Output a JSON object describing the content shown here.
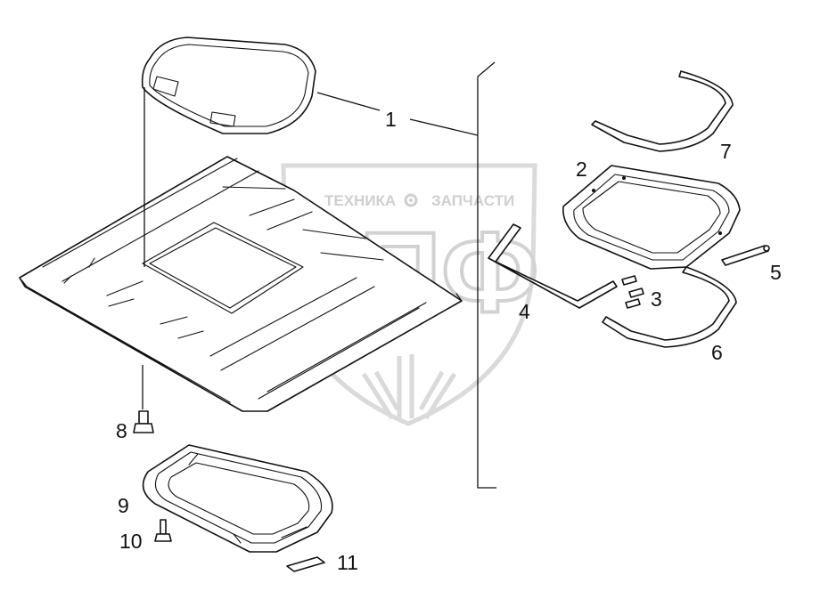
{
  "watermark": {
    "tagline_left": "ТЕХНИКА",
    "tagline_right": "ЗАПЧАСТИ",
    "logo_letters": "ЭПФ",
    "tagline_icon": "gear-icon"
  },
  "callouts": [
    {
      "id": "1",
      "label": "1"
    },
    {
      "id": "2",
      "label": "2"
    },
    {
      "id": "3",
      "label": "3"
    },
    {
      "id": "4",
      "label": "4"
    },
    {
      "id": "5",
      "label": "5"
    },
    {
      "id": "6",
      "label": "6"
    },
    {
      "id": "7",
      "label": "7"
    },
    {
      "id": "8",
      "label": "8"
    },
    {
      "id": "9",
      "label": "9"
    },
    {
      "id": "10",
      "label": "10"
    },
    {
      "id": "11",
      "label": "11"
    }
  ],
  "colors": {
    "line": "#111111",
    "watermark": "#d2d2d2",
    "background": "#ffffff"
  }
}
